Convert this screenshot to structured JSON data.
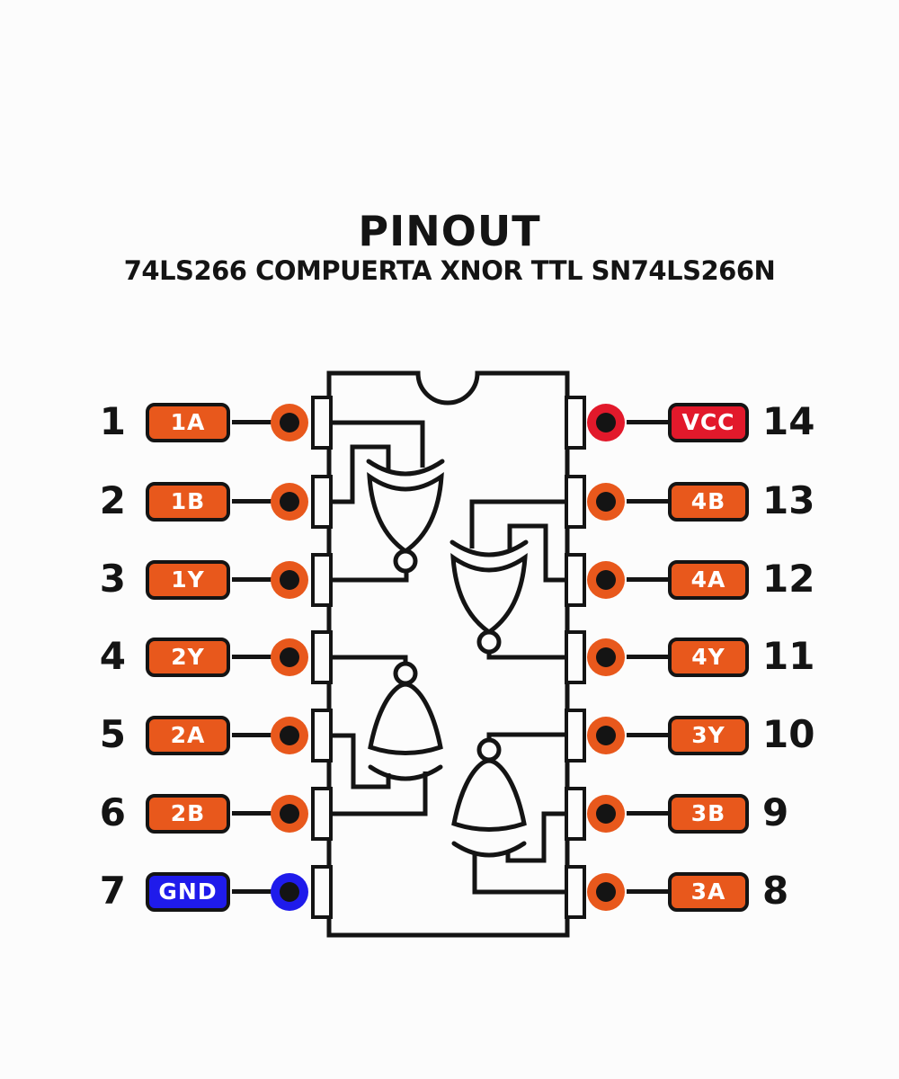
{
  "title": "PINOUT",
  "subtitle": "74LS266 COMPUERTA XNOR TTL SN74LS266N",
  "chip": {
    "part_number": "SN74LS266N",
    "family": "74LS266",
    "gate_type": "XNOR",
    "pin_count": 14
  },
  "colors": {
    "signal": "#E8581C",
    "power": "#E2192B",
    "ground": "#1F1BEB",
    "ink": "#141414",
    "background": "#FCFCFC",
    "label_text": "#FFFFFF"
  },
  "pins": {
    "left": [
      {
        "number": "1",
        "label": "1A",
        "type": "signal"
      },
      {
        "number": "2",
        "label": "1B",
        "type": "signal"
      },
      {
        "number": "3",
        "label": "1Y",
        "type": "signal"
      },
      {
        "number": "4",
        "label": "2Y",
        "type": "signal"
      },
      {
        "number": "5",
        "label": "2A",
        "type": "signal"
      },
      {
        "number": "6",
        "label": "2B",
        "type": "signal"
      },
      {
        "number": "7",
        "label": "GND",
        "type": "ground"
      }
    ],
    "right": [
      {
        "number": "14",
        "label": "VCC",
        "type": "power"
      },
      {
        "number": "13",
        "label": "4B",
        "type": "signal"
      },
      {
        "number": "12",
        "label": "4A",
        "type": "signal"
      },
      {
        "number": "11",
        "label": "4Y",
        "type": "signal"
      },
      {
        "number": "10",
        "label": "3Y",
        "type": "signal"
      },
      {
        "number": "9",
        "label": "3B",
        "type": "signal"
      },
      {
        "number": "8",
        "label": "3A",
        "type": "signal"
      }
    ]
  },
  "gates": [
    {
      "id": "gate-1",
      "orientation": "down",
      "inputs": [
        "1A",
        "1B"
      ],
      "output": "1Y"
    },
    {
      "id": "gate-4",
      "orientation": "down",
      "inputs": [
        "4B",
        "4A"
      ],
      "output": "4Y"
    },
    {
      "id": "gate-2",
      "orientation": "up",
      "inputs": [
        "2A",
        "2B"
      ],
      "output": "2Y"
    },
    {
      "id": "gate-3",
      "orientation": "up",
      "inputs": [
        "3B",
        "3A"
      ],
      "output": "3Y"
    }
  ]
}
